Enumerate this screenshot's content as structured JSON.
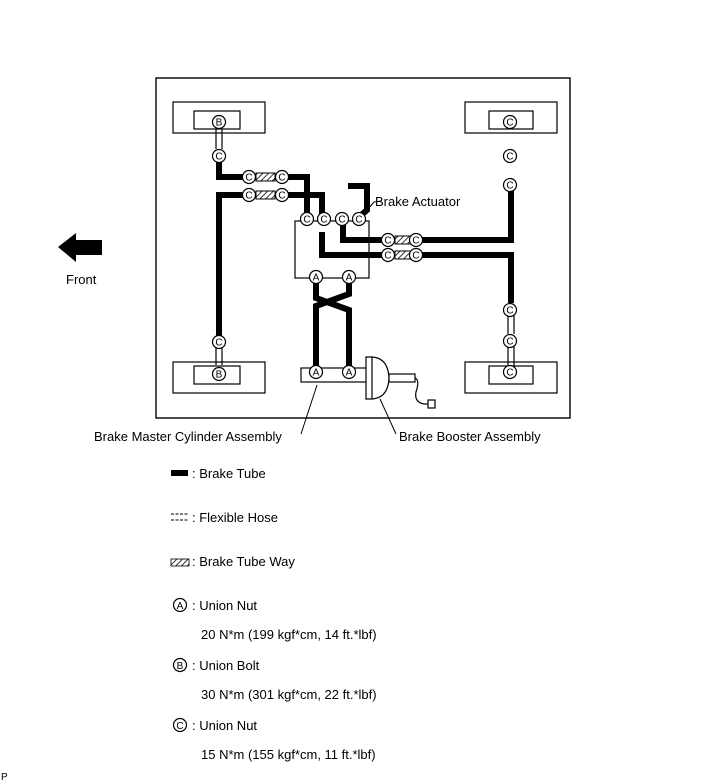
{
  "labels": {
    "front": "Front",
    "actuator": "Brake Actuator",
    "master": "Brake Master Cylinder Assembly",
    "booster": "Brake Booster Assembly",
    "page_mark": "P"
  },
  "connector_letters": {
    "a": "A",
    "b": "B",
    "c": "C"
  },
  "legend": {
    "tube": ": Brake Tube",
    "hose": ": Flexible Hose",
    "way": ": Brake Tube Way",
    "a_label": ": Union Nut",
    "a_torque": "20 N*m (199 kgf*cm, 14 ft.*lbf)",
    "b_label": ": Union Bolt",
    "b_torque": "30 N*m (301 kgf*cm, 22 ft.*lbf)",
    "c_label": ": Union Nut",
    "c_torque": "15 N*m (155 kgf*cm, 11 ft.*lbf)"
  }
}
